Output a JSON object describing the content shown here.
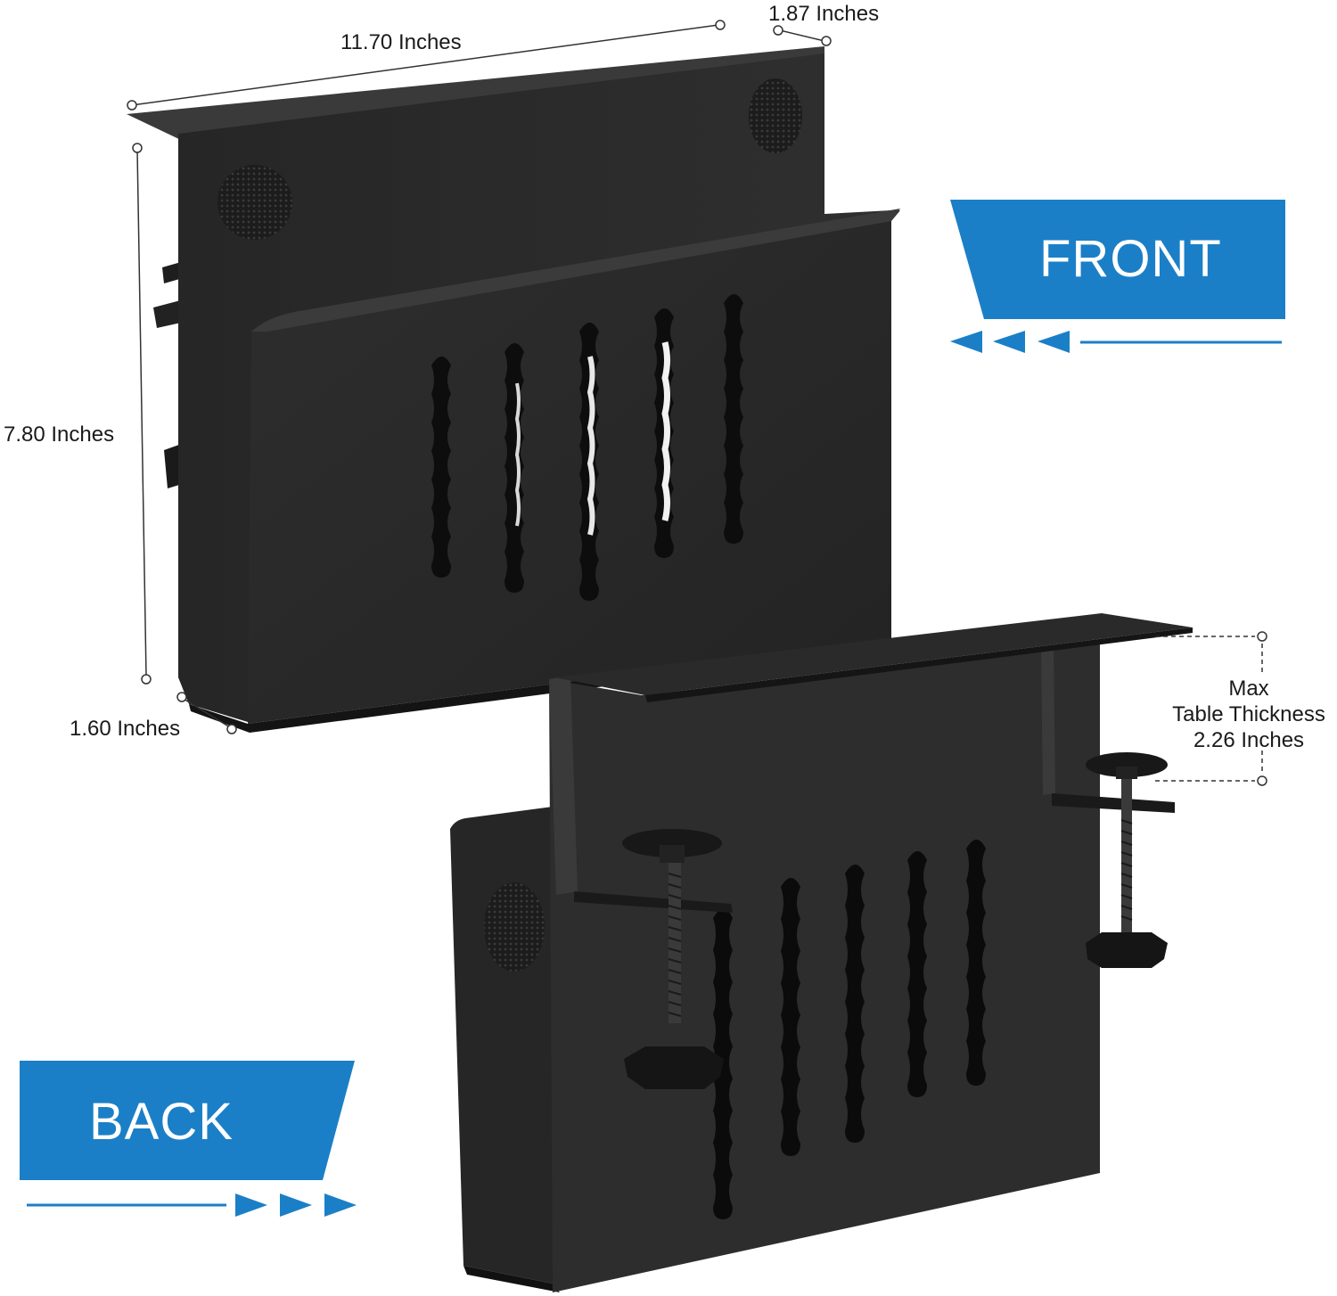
{
  "dimensions": {
    "width": "11.70 Inches",
    "depth_top": "1.87 Inches",
    "height": "7.80 Inches",
    "depth_bottom": "1.60 Inches"
  },
  "table_thickness": {
    "line1": "Max",
    "line2": "Table Thickness",
    "line3": "2.26 Inches"
  },
  "badges": {
    "front": "FRONT",
    "back": "BACK"
  },
  "colors": {
    "badge_blue": "#1b7fc7",
    "product_black": "#242424",
    "background": "#ffffff"
  },
  "icons": {
    "front_arrows": "triple-left-arrow",
    "back_arrows": "triple-right-arrow",
    "dimension_markers": "circle-endpoint"
  }
}
